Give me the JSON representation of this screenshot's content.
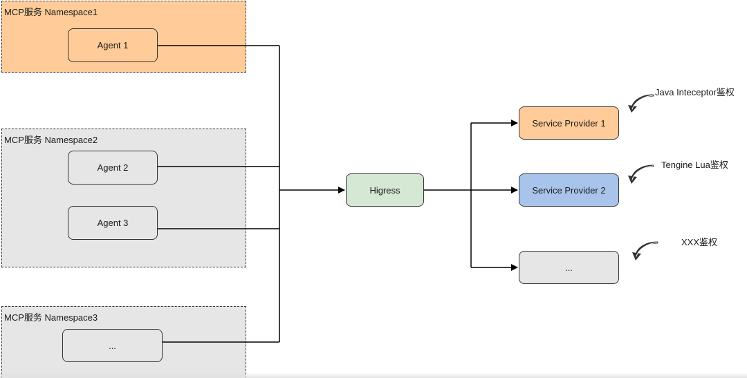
{
  "colors": {
    "namespace1_fill": "#ffcc99",
    "namespace_gray_fill": "#e6e6e6",
    "agent_fill": "#ffcc99",
    "agent_gray_fill": "#e6e6e6",
    "higress_fill": "#d5e8d4",
    "provider1_fill": "#ffcc99",
    "provider2_fill": "#a9c4eb",
    "provider_gray_fill": "#e6e6e6",
    "stroke": "#333333",
    "wire": "#000000"
  },
  "namespaces": [
    {
      "label": "MCP服务 Namespace1"
    },
    {
      "label": "MCP服务 Namespace2"
    },
    {
      "label": "MCP服务 Namespace3"
    }
  ],
  "agents": [
    {
      "label": "Agent 1"
    },
    {
      "label": "Agent 2"
    },
    {
      "label": "Agent 3"
    },
    {
      "label": "..."
    }
  ],
  "gateway": {
    "label": "Higress"
  },
  "providers": [
    {
      "label": "Service Provider 1"
    },
    {
      "label": "Service Provider 2"
    },
    {
      "label": "..."
    }
  ],
  "auth_annotations": [
    {
      "label": "Java Inteceptor鉴权",
      "icon": "curved-arrow-icon"
    },
    {
      "label": "Tengine Lua鉴权",
      "icon": "curved-arrow-icon"
    },
    {
      "label": "XXX鉴权",
      "icon": "curved-arrow-icon"
    }
  ]
}
